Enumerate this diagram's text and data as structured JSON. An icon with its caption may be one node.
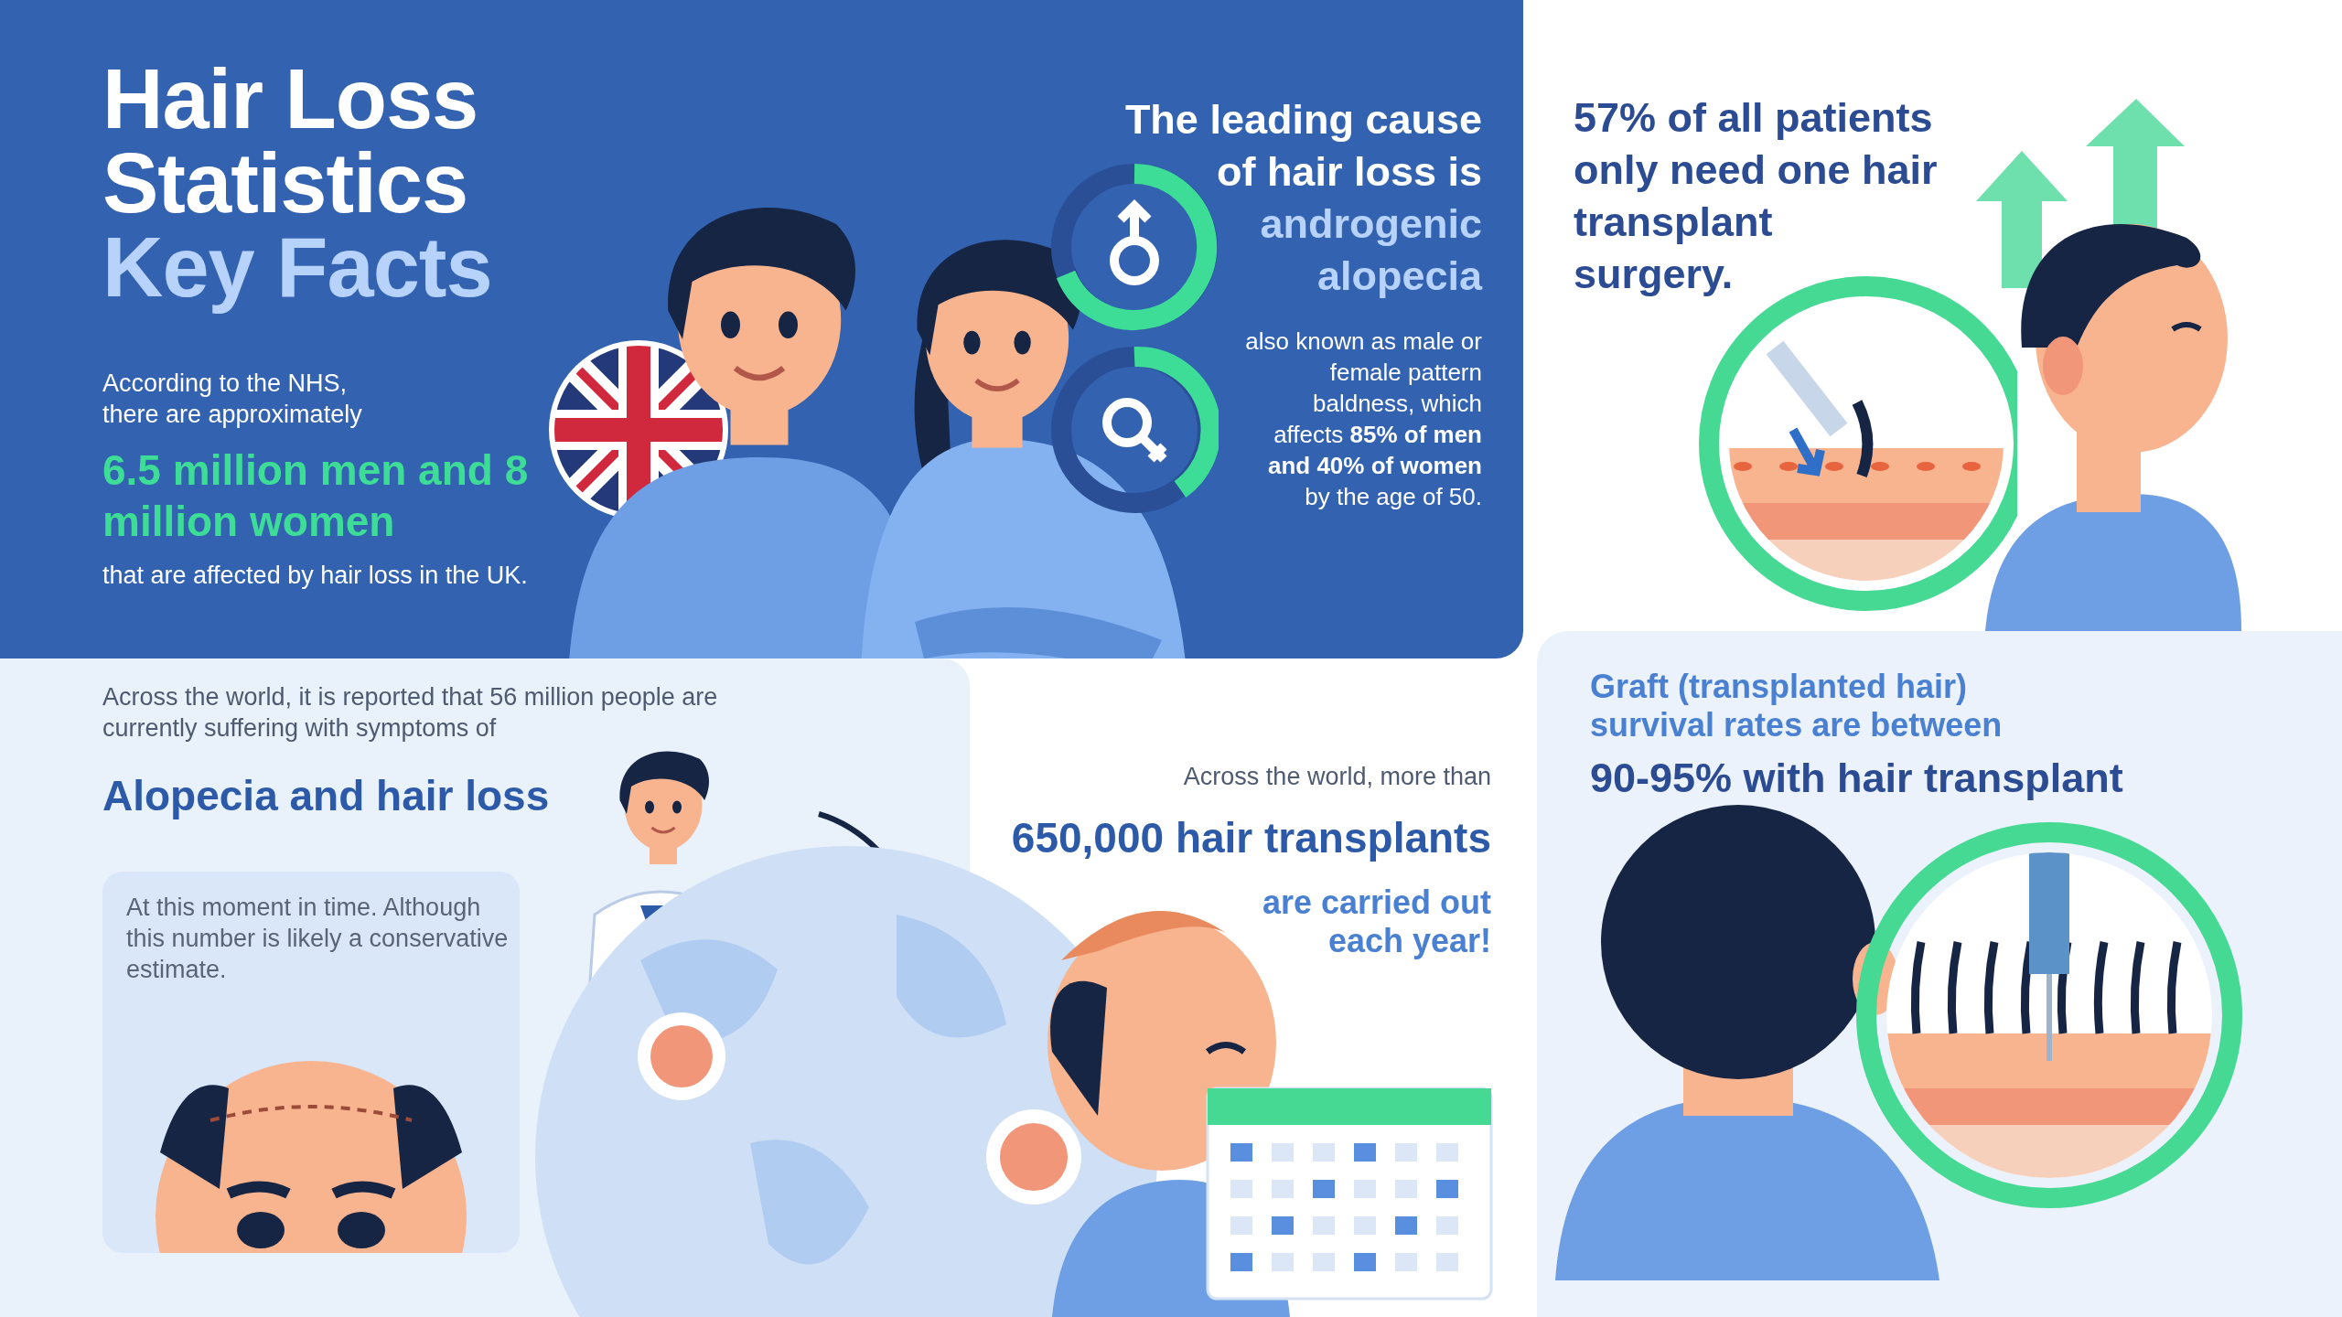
{
  "diagram": {
    "title": "Hair Loss Statistics *Key Facts*",
    "nodes": [
      {
        "text": [
          "According to the NHS, there are approximately",
          "6.5 million men and 8 million women",
          "that are affected by hair loss in the UK.",
          "The leading cause of hair loss is",
          "androgenic alopecia",
          "also known as male or female pattern baldness, which affects **85% of men and 40% of women** by the age of 50."
        ]
      },
      {
        "text": [
          "**57% of all patients** only need one hair transplant surgery."
        ]
      },
      {
        "text": [
          "Across the world, it is reported that 56 million people are currently suffering with symptoms of",
          "Alopecia and hair loss"
        ]
      },
      {
        "text": [
          "At this moment in time. Although this number is likely a conservative estimate."
        ],
        "in": 2
      },
      {
        "text": [
          "Graft (transplanted hair) survival rates are between",
          "90-95% with hair transplant"
        ]
      }
    ],
    "labels": [
      "Across the world, more than",
      "650,000 hair transplants",
      "are carried out each year!"
    ]
  }
}
